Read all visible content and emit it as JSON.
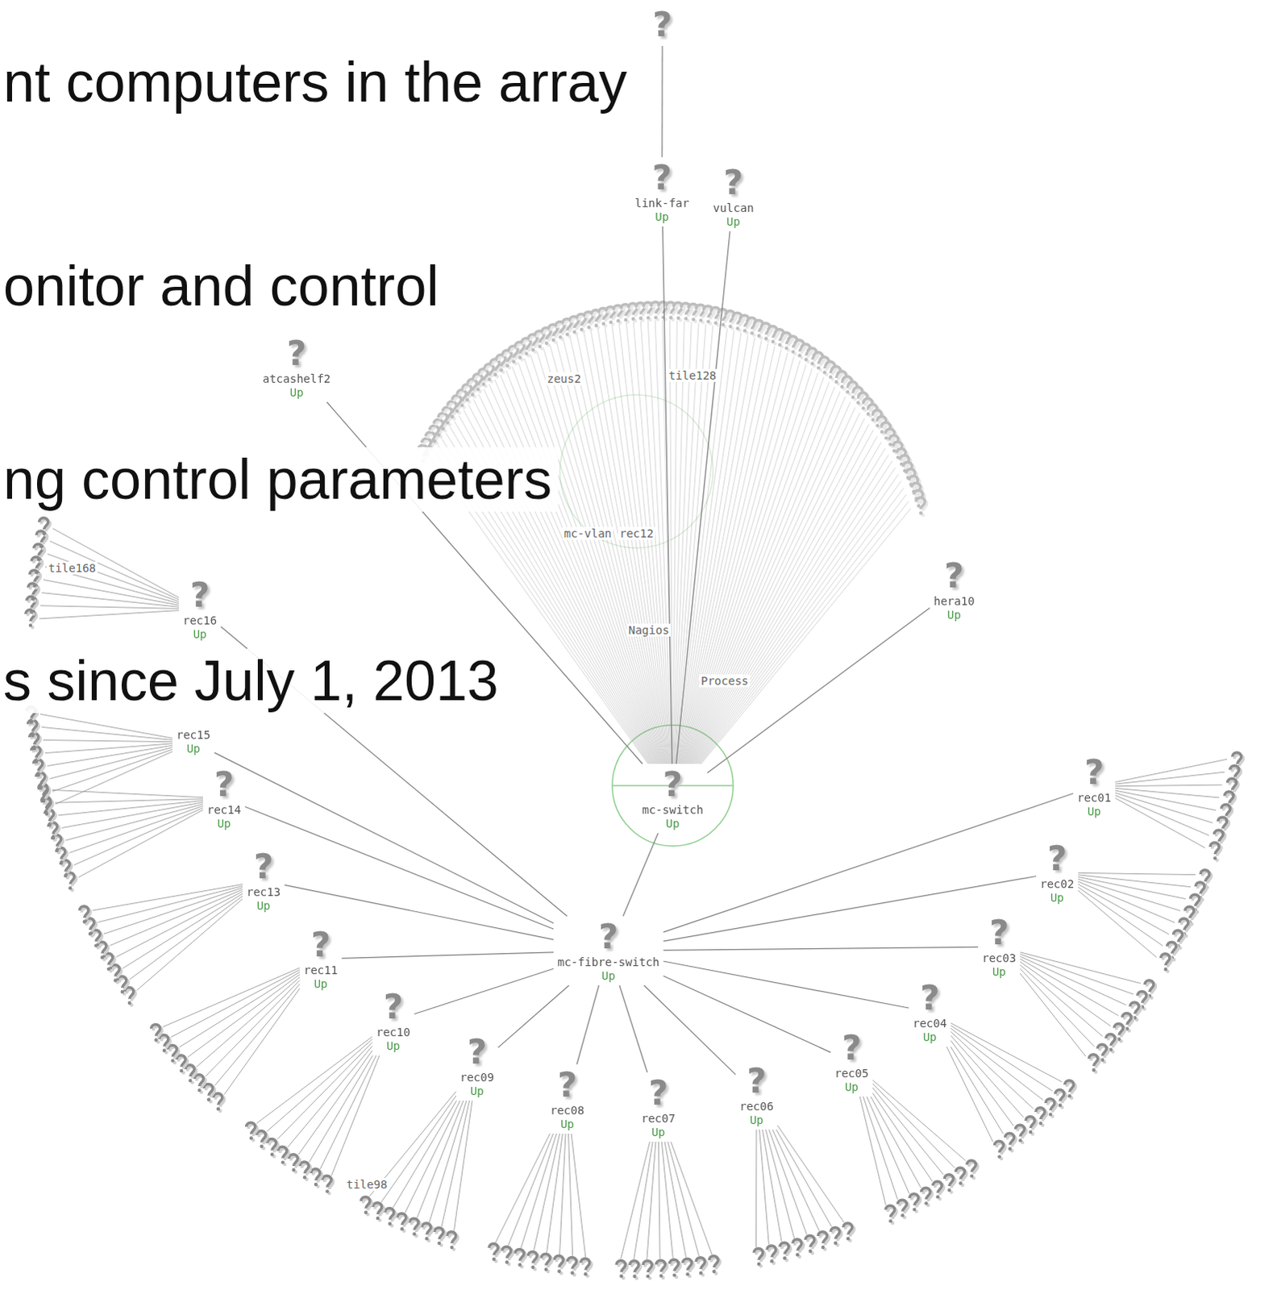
{
  "diagram": {
    "nodes": [
      {
        "text": [
          "?"
        ]
      },
      {
        "text": [
          "?",
          "link-far",
          "Up"
        ]
      },
      {
        "text": [
          "?",
          "vulcan",
          "Up"
        ]
      },
      {
        "text": [
          "?",
          "atcashelf2",
          "Up"
        ]
      },
      {
        "text": [
          "?",
          "hera10",
          "Up"
        ]
      },
      {
        "text": [
          "?",
          "mc-switch",
          "Up"
        ]
      },
      {
        "text": [
          "?",
          "mc-fibre-switch",
          "Up"
        ]
      },
      {
        "text": [
          "?",
          "rec01",
          "Up"
        ]
      },
      {
        "text": [
          "?",
          "rec02",
          "Up"
        ]
      },
      {
        "text": [
          "?",
          "rec03",
          "Up"
        ]
      },
      {
        "text": [
          "?",
          "rec04",
          "Up"
        ]
      },
      {
        "text": [
          "?",
          "rec05",
          "Up"
        ]
      },
      {
        "text": [
          "?",
          "rec06",
          "Up"
        ]
      },
      {
        "text": [
          "?",
          "rec07",
          "Up"
        ]
      },
      {
        "text": [
          "?",
          "rec08",
          "Up"
        ]
      },
      {
        "text": [
          "?",
          "rec09",
          "Up"
        ]
      },
      {
        "text": [
          "?",
          "rec10",
          "Up"
        ]
      },
      {
        "text": [
          "?",
          "rec11",
          "Up"
        ]
      },
      {
        "text": [
          "?",
          "rec13",
          "Up"
        ]
      },
      {
        "text": [
          "?",
          "rec14",
          "Up"
        ]
      },
      {
        "text": [
          "rec15",
          "Up"
        ]
      },
      {
        "text": [
          "?",
          "rec16",
          "Up"
        ]
      }
    ],
    "edges": [
      {
        "from": 0,
        "to": 1,
        "arrow": "none"
      },
      {
        "from": 1,
        "to": 5,
        "arrow": "none"
      },
      {
        "from": 2,
        "to": 5,
        "arrow": "none"
      },
      {
        "from": 3,
        "to": 5,
        "arrow": "none"
      },
      {
        "from": 4,
        "to": 5,
        "arrow": "none"
      },
      {
        "from": 5,
        "to": 6,
        "arrow": "none"
      },
      {
        "from": 6,
        "to": 7,
        "arrow": "none"
      },
      {
        "from": 6,
        "to": 8,
        "arrow": "none"
      },
      {
        "from": 6,
        "to": 9,
        "arrow": "none"
      },
      {
        "from": 6,
        "to": 10,
        "arrow": "none"
      },
      {
        "from": 6,
        "to": 11,
        "arrow": "none"
      },
      {
        "from": 6,
        "to": 12,
        "arrow": "none"
      },
      {
        "from": 6,
        "to": 13,
        "arrow": "none"
      },
      {
        "from": 6,
        "to": 14,
        "arrow": "none"
      },
      {
        "from": 6,
        "to": 15,
        "arrow": "none"
      },
      {
        "from": 6,
        "to": 16,
        "arrow": "none"
      },
      {
        "from": 6,
        "to": 17,
        "arrow": "none"
      },
      {
        "from": 6,
        "to": 18,
        "arrow": "none"
      },
      {
        "from": 6,
        "to": 19,
        "arrow": "none"
      },
      {
        "from": 6,
        "to": 20,
        "arrow": "none"
      },
      {
        "from": 6,
        "to": 21,
        "arrow": "none"
      }
    ],
    "labels": [
      "nt computers in the array",
      "onitor and control",
      "ng control parameters",
      "s since July 1, 2013",
      "zeus2",
      "tile128",
      "mc-vlan",
      "rec12",
      "Nagios",
      "Process",
      "tile168",
      "tile98"
    ]
  }
}
